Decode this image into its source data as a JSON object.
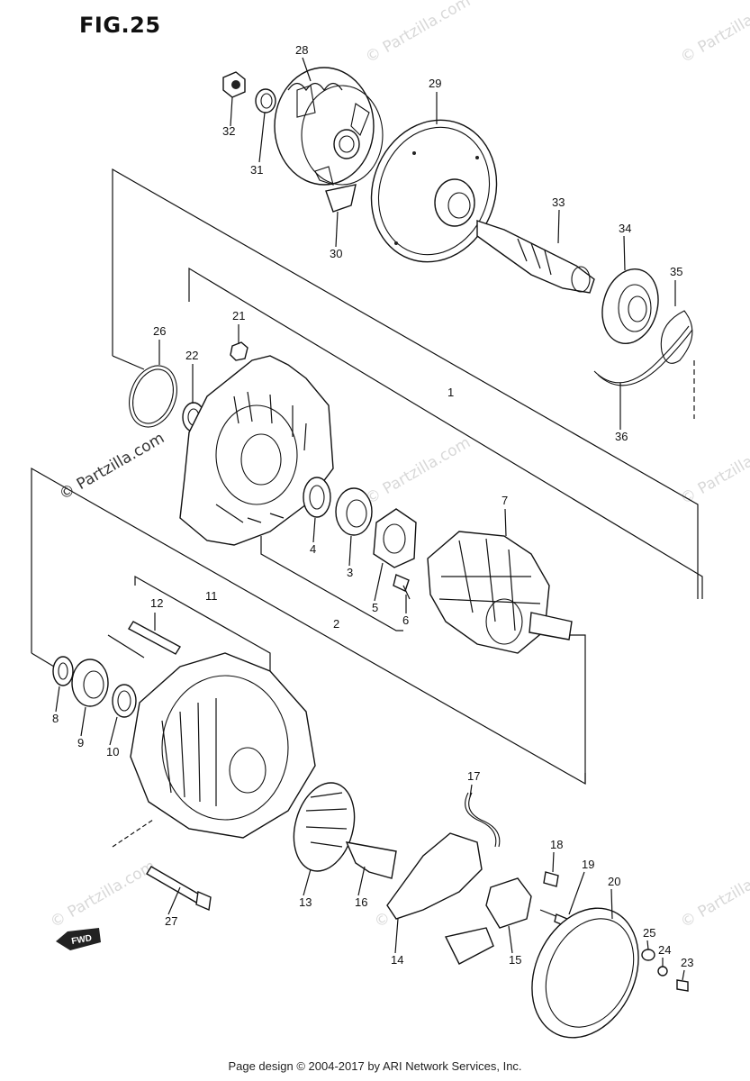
{
  "figure": {
    "title": "FIG.25"
  },
  "footer": {
    "text": "Page design © 2004-2017 by ARI Network Services, Inc."
  },
  "watermark": {
    "text": "© Partzilla.com"
  },
  "fwd_marker": {
    "text": "FWD"
  },
  "callouts": [
    "1",
    "2",
    "3",
    "4",
    "5",
    "6",
    "7",
    "8",
    "9",
    "10",
    "11",
    "12",
    "13",
    "14",
    "15",
    "16",
    "17",
    "18",
    "19",
    "20",
    "21",
    "22",
    "23",
    "24",
    "25",
    "26",
    "27",
    "28",
    "29",
    "30",
    "31",
    "32",
    "33",
    "34",
    "35",
    "36"
  ]
}
